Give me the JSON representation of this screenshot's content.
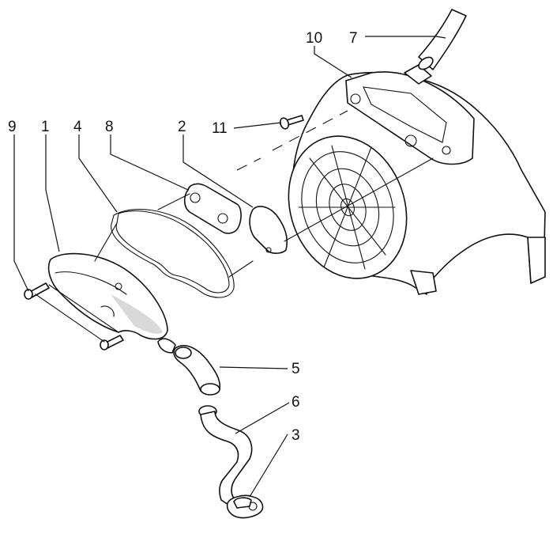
{
  "diagram": {
    "callouts": [
      {
        "id": "9",
        "label": "9"
      },
      {
        "id": "1",
        "label": "1"
      },
      {
        "id": "4",
        "label": "4"
      },
      {
        "id": "8",
        "label": "8"
      },
      {
        "id": "2",
        "label": "2"
      },
      {
        "id": "11",
        "label": "11"
      },
      {
        "id": "10",
        "label": "10"
      },
      {
        "id": "7",
        "label": "7"
      },
      {
        "id": "5",
        "label": "5"
      },
      {
        "id": "6",
        "label": "6"
      },
      {
        "id": "3",
        "label": "3"
      }
    ],
    "colors": {
      "line": "#111111",
      "shade": "#d9d9d9",
      "background": "#ffffff"
    }
  }
}
